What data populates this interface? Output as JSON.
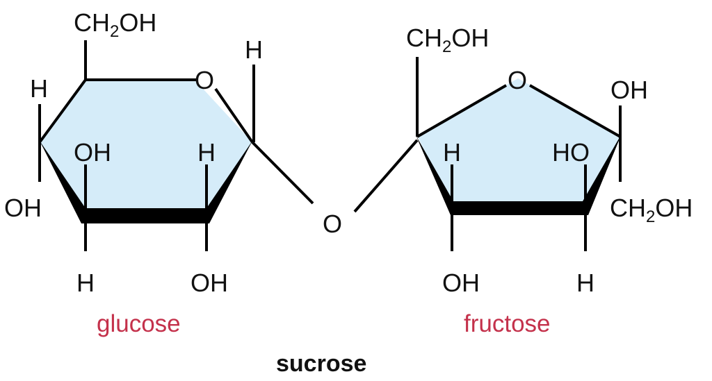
{
  "colors": {
    "ring_fill": "#d5ecf9",
    "label": "#c4314b",
    "bond": "#000000"
  },
  "title": "sucrose",
  "glucose": {
    "name": "glucose",
    "ch2oh": {
      "main": "CH",
      "sub": "2",
      "end": "OH"
    },
    "ring_o": "O",
    "c1_h": "H",
    "c4_h": "H",
    "c4_oh": "OH",
    "c3_oh": "OH",
    "c3_h": "H",
    "c2_h": "H",
    "c2_oh": "OH"
  },
  "glycosidic_o": "O",
  "fructose": {
    "name": "fructose",
    "ch2oh_top": {
      "main": "CH",
      "sub": "2",
      "end": "OH"
    },
    "ring_o": "O",
    "c2_oh": "OH",
    "c3_h": "H",
    "c3_oh": "OH",
    "c4_ho": "HO",
    "c4_h": "H",
    "ch2oh_right": {
      "main": "CH",
      "sub": "2",
      "end": "OH"
    }
  }
}
